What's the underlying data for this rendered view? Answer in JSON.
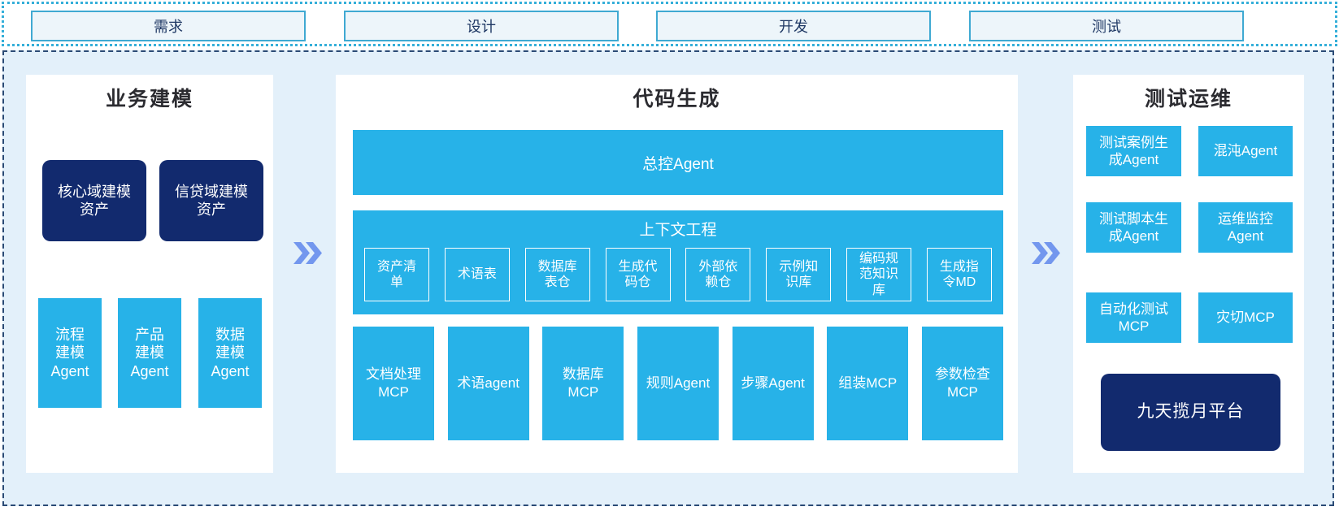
{
  "phases": [
    {
      "label": "需求"
    },
    {
      "label": "设计"
    },
    {
      "label": "开发"
    },
    {
      "label": "测试"
    }
  ],
  "panels": {
    "business_modeling": {
      "title": "业务建模",
      "asset_boxes": [
        "核心域建模\n资产",
        "信贷域建模\n资产"
      ],
      "agent_boxes": [
        "流程\n建模\nAgent",
        "产品\n建模\nAgent",
        "数据\n建模\nAgent"
      ]
    },
    "code_generation": {
      "title": "代码生成",
      "master_agent": "总控Agent",
      "context_engineering": {
        "title": "上下文工程",
        "items": [
          "资产清\n单",
          "术语表",
          "数据库\n表仓",
          "生成代\n码仓",
          "外部依\n赖仓",
          "示例知\n识库",
          "编码规\n范知识\n库",
          "生成指\n令MD"
        ]
      },
      "tools": [
        "文档处理\nMCP",
        "术语agent",
        "数据库\nMCP",
        "规则Agent",
        "步骤Agent",
        "组装MCP",
        "参数检查\nMCP"
      ]
    },
    "test_ops": {
      "title": "测试运维",
      "boxes": [
        "测试案例生\n成Agent",
        "混沌Agent",
        "测试脚本生\n成Agent",
        "运维监控\nAgent",
        "自动化测试\nMCP",
        "灾切MCP"
      ],
      "platform": "九天揽月平台"
    }
  },
  "icons": {
    "flow_arrow": "double-chevron-right"
  },
  "colors": {
    "cyan_box": "#27b2e8",
    "navy_box": "#122a6e",
    "chevron": "#7397ee",
    "container_bg": "#e3f0fa",
    "phase_fill": "#edf5fa",
    "phase_border": "#3fa9d2",
    "dotted_border": "#35afd9",
    "dashed_border": "#2a4a75",
    "phase_text": "#1f3864",
    "title_text": "#2b2b30"
  }
}
